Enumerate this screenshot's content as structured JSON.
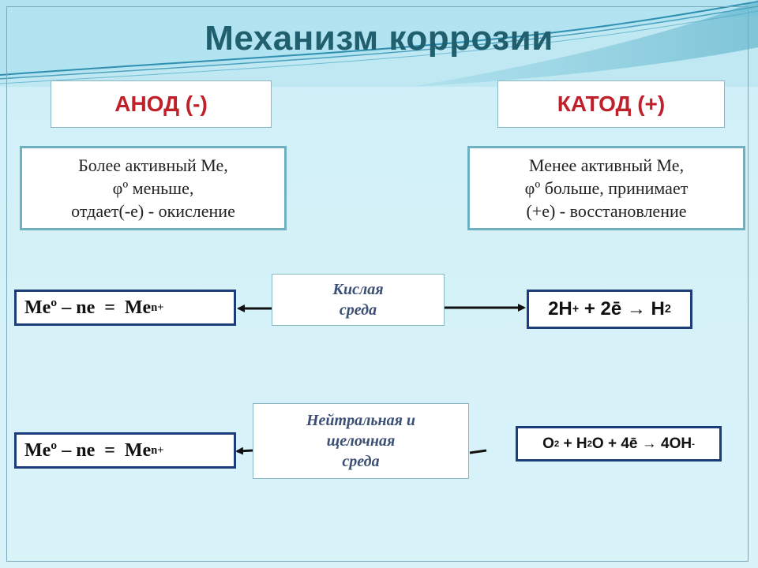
{
  "title": "Механизм коррозии",
  "anode": {
    "label": "АНОД (-)",
    "lines": [
      "Более активный Ме,",
      "φº меньше,",
      "отдает(-е) - окисление"
    ]
  },
  "cathode": {
    "label": "КАТОД (+)",
    "lines": [
      "Менее активный Ме,",
      "φº больше, принимает",
      "(+е) - восстановление"
    ]
  },
  "acid": {
    "env_lines": [
      "Кислая",
      "среда"
    ],
    "anode_eq": {
      "base": "Meº – ne  =  Me",
      "sup": "n+"
    },
    "cathode_eq": {
      "p1": "2H",
      "s1": "+",
      "p2": " + 2ē → H",
      "s2": "2"
    }
  },
  "neutral": {
    "env_lines": [
      "Нейтральная и",
      "щелочная",
      "среда"
    ],
    "anode_eq": {
      "base": "Meº – ne  =  Me",
      "sup": "n+"
    },
    "cathode_eq": {
      "p1": "O",
      "s1": "2",
      "p2": " + H",
      "s2": "2",
      "p3": "O + 4ē → 4OH",
      "s3": "-"
    }
  },
  "colors": {
    "title": "#1f5f6e",
    "label": "#c0202a",
    "eq_border": "#1c3d7a",
    "desc_border": "#6fb0c0"
  }
}
